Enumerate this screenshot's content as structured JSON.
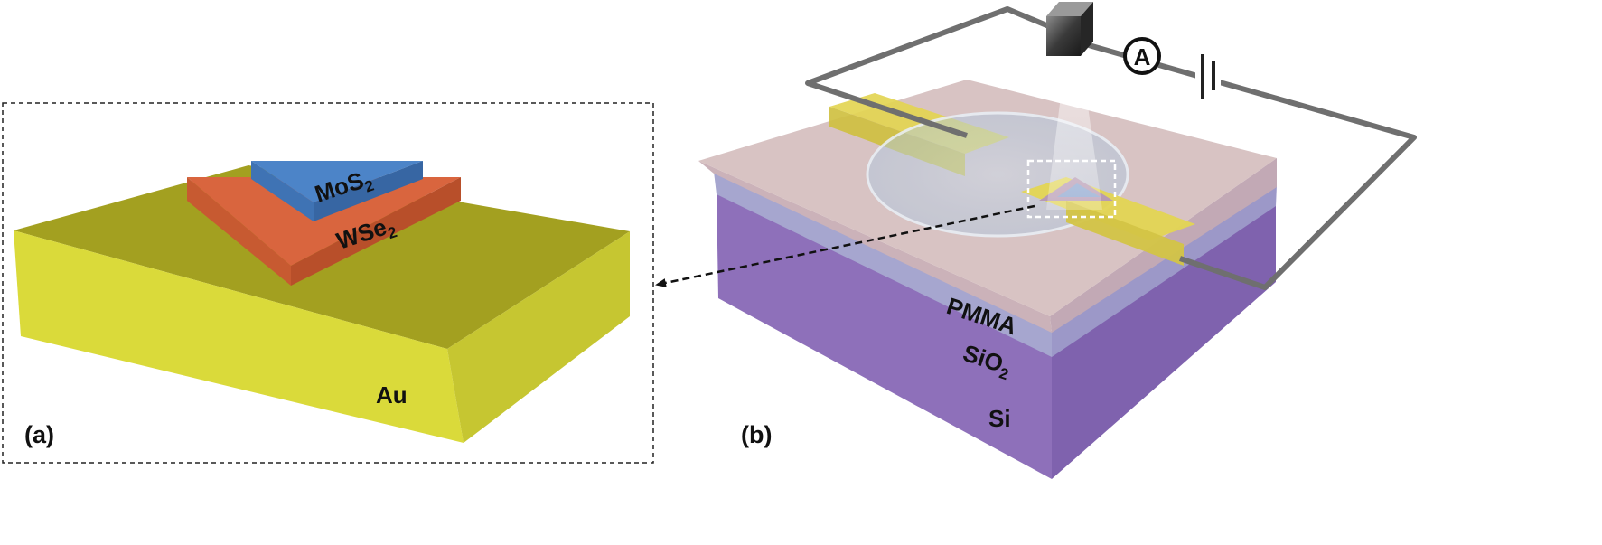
{
  "panels": {
    "a": {
      "label": "(a)"
    },
    "b": {
      "label": "(b)"
    }
  },
  "materials": {
    "mos2": {
      "base": "MoS",
      "sub": "2"
    },
    "wse2": {
      "base": "WSe",
      "sub": "2"
    },
    "au": "Au",
    "pmma": "PMMA",
    "sio2": {
      "base": "SiO",
      "sub": "2"
    },
    "si": "Si"
  },
  "ammeter": "A",
  "colors": {
    "gold_top": "#a3a020",
    "gold_side": "#dede3c",
    "gold_front": "#c9c932",
    "wse2_top": "#d9653e",
    "wse2_side": "#c4552e",
    "mos2_top": "#4c84c8",
    "mos2_side": "#3f73b4",
    "pmma_top": "#d8c3c3",
    "sio2": "#a6a6cf",
    "si_front": "#8e70ba",
    "si_right": "#7f62ae",
    "wire": "#6f6f6f",
    "electrode": "#e3d553"
  }
}
